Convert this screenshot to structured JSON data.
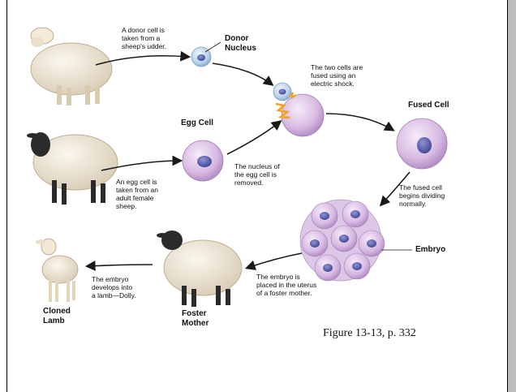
{
  "labels": {
    "donor_cell_note": [
      "A donor cell is",
      "taken from a",
      "sheep's udder."
    ],
    "donor_nucleus": [
      "Donor",
      "Nucleus"
    ],
    "fused_note": [
      "The two cells are",
      "fused using an",
      "electric shock."
    ],
    "egg_cell": "Egg Cell",
    "fused_cell": "Fused Cell",
    "egg_note": [
      "An egg cell is",
      "taken from an",
      "adult female",
      "sheep."
    ],
    "nucleus_removed_note": [
      "The nucleus of",
      "the egg cell is",
      "removed."
    ],
    "dividing_note": [
      "The fused cell",
      "begins dividing",
      "normally."
    ],
    "embryo": "Embryo",
    "placed_note": [
      "The embryo is",
      "placed in the uterus",
      "of a foster mother."
    ],
    "lamb_note": [
      "The embryo",
      "develops into",
      "a lamb—Dolly."
    ],
    "cloned_lamb": [
      "Cloned",
      "Lamb"
    ],
    "foster_mother": [
      "Foster",
      "Mother"
    ]
  },
  "caption": "Figure 13-13, p. 332",
  "colors": {
    "wool": "#ece3d2",
    "black_face": "#2b2b2b",
    "egg_cytoplasm": "#d7b9e2",
    "nucleus": "#5a5fb0",
    "donor_cell": "#b9d3ea",
    "spark": "#f2a31b",
    "arrow": "#1a1a1a"
  }
}
